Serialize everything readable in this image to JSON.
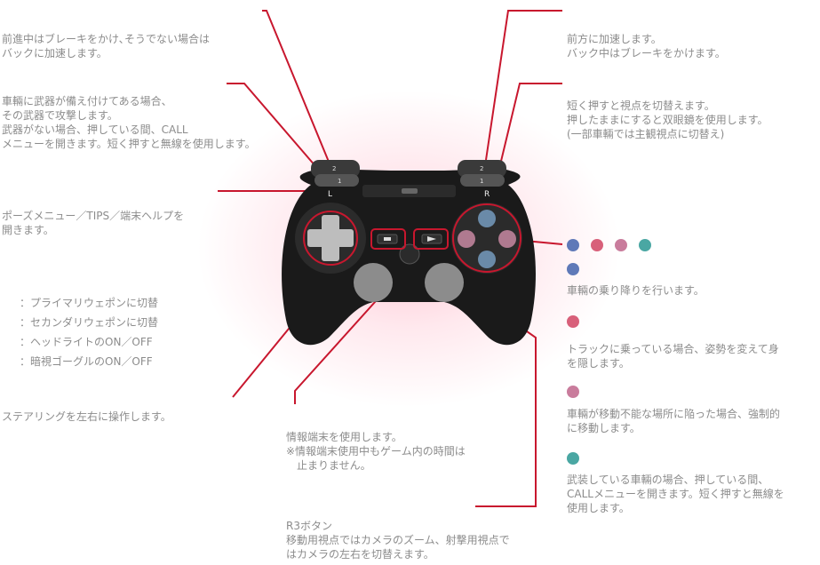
{
  "colors": {
    "accent_line": "#c8172e",
    "text": "#8c8c8c",
    "cross": "#5f79b8",
    "circle": "#d8607a",
    "square": "#c97c9c",
    "triangle": "#4aa7a3"
  },
  "icons": [
    "cross-button-icon",
    "circle-button-icon",
    "square-button-icon",
    "triangle-button-icon"
  ],
  "left": {
    "l2": [
      "前進中はブレーキをかけ､そうでない場合は",
      "バックに加速します。"
    ],
    "l1": [
      "車輛に武器が備え付けてある場合、",
      "その武器で攻撃します。",
      "武器がない場合、押している間、CALL",
      "メニューを開きます。短く押すと無線を使用します。"
    ],
    "select": [
      "ポーズメニュー／TIPS／端末ヘルプを",
      "開きます。"
    ],
    "dpad": [
      "：プライマリウェポンに切替",
      "：セカンダリウェポンに切替",
      "：ヘッドライトのON／OFF",
      "：暗視ゴーグルのON／OFF"
    ],
    "lstick": [
      "ステアリングを左右に操作します。"
    ]
  },
  "right": {
    "r2": [
      "前方に加速します。",
      "バック中はブレーキをかけます。"
    ],
    "r1": [
      "短く押すと視点を切替えます。",
      "押したままにすると双眼鏡を使用します。",
      "(一部車輛では主観視点に切替え)"
    ],
    "cross": [
      "車輛の乗り降りを行います。"
    ],
    "circle": [
      "トラックに乗っている場合、姿勢を変えて身",
      "を隠します。"
    ],
    "square": [
      "車輛が移動不能な場所に陥った場合、強制的",
      "に移動します。"
    ],
    "triangle": [
      "武装している車輛の場合、押している間、",
      "CALLメニューを開きます。短く押すと無線を",
      "使用します。"
    ]
  },
  "center": {
    "start": [
      "情報端末を使用します。",
      "※情報端末使用中もゲーム内の時間は",
      "　止まりません。"
    ],
    "r3": [
      "R3ボタン",
      "移動用視点ではカメラのズーム、射撃用視点で",
      "はカメラの左右を切替えます。"
    ]
  },
  "controller": {
    "l_label": "L",
    "r_label": "R",
    "l1_label": "1",
    "l2_label": "2",
    "r1_label": "1",
    "r2_label": "2"
  }
}
